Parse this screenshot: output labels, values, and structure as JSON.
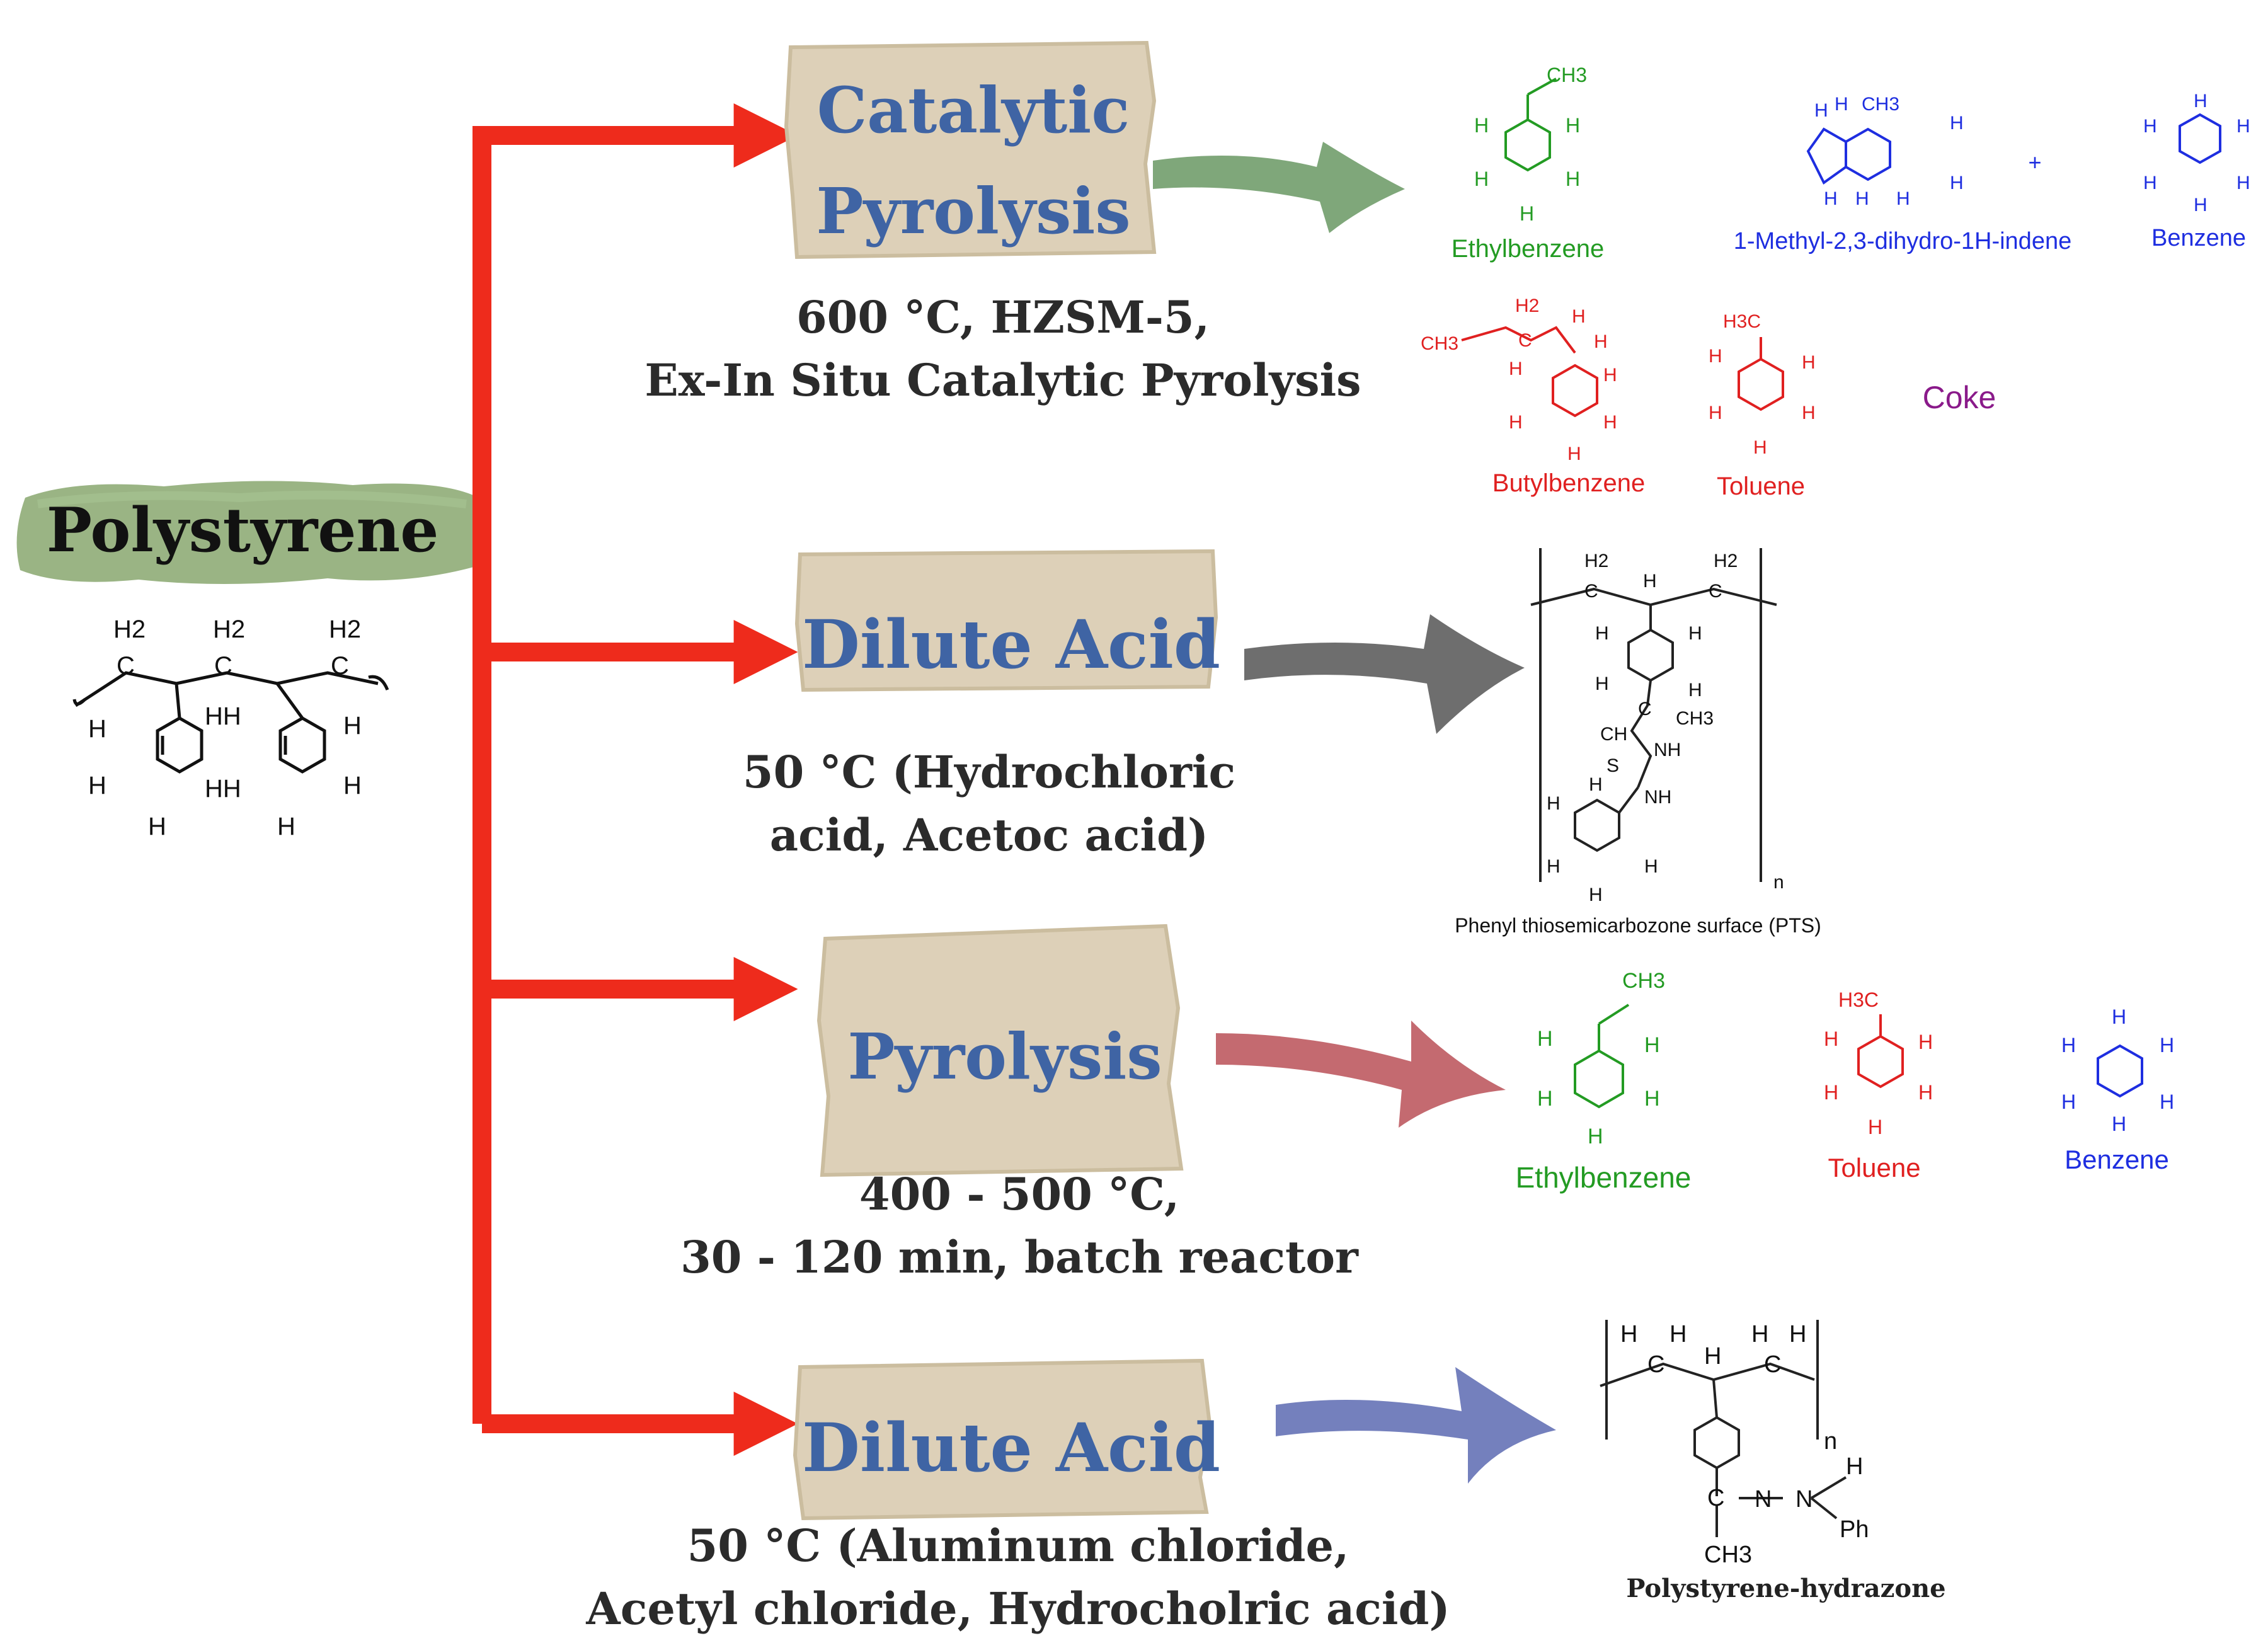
{
  "source": {
    "title": "Polystyrene",
    "atoms": [
      "H2",
      "H2",
      "H2",
      "C",
      "C",
      "C",
      "H",
      "HH",
      "H",
      "H",
      "HH",
      "H",
      "H",
      "H"
    ]
  },
  "routes": [
    {
      "method": [
        "Catalytic",
        "Pyrolysis"
      ],
      "conditions": [
        "600 °C, HZSM-5,",
        "Ex-In Situ Catalytic Pyrolysis"
      ],
      "arrow_color": "#7fa77a",
      "products": [
        {
          "label": "Ethylbenzene",
          "color": "green"
        },
        {
          "label": "1-Methyl-2,3-dihydro-1H-indene",
          "color": "blue"
        },
        {
          "label": "+",
          "color": "blue"
        },
        {
          "label": "Benzene",
          "color": "blue"
        },
        {
          "label": "Butylbenzene",
          "color": "red"
        },
        {
          "label": "Toluene",
          "color": "red"
        },
        {
          "label": "Coke",
          "color": "purple"
        }
      ]
    },
    {
      "method": [
        "Dilute Acid"
      ],
      "conditions": [
        "50 °C (Hydrochloric",
        "acid, Acetoc acid)"
      ],
      "arrow_color": "#6e6e6e",
      "products": [
        {
          "label": "Phenyl thiosemicarbozone surface (PTS)",
          "color": "black"
        }
      ]
    },
    {
      "method": [
        "Pyrolysis"
      ],
      "conditions": [
        "400 - 500 °C,",
        "30 - 120 min, batch reactor"
      ],
      "arrow_color": "#c46a70",
      "products": [
        {
          "label": "Ethylbenzene",
          "color": "green"
        },
        {
          "label": "Toluene",
          "color": "red"
        },
        {
          "label": "Benzene",
          "color": "blue"
        }
      ]
    },
    {
      "method": [
        "Dilute Acid"
      ],
      "conditions": [
        "50 °C (Aluminum chloride,",
        "Acetyl chloride, Hydrocholric acid)"
      ],
      "arrow_color": "#7480bd",
      "products": [
        {
          "label": "Polystyrene-hydrazone",
          "color": "black"
        }
      ]
    }
  ],
  "structure_text": {
    "ch3": "CH3",
    "h3c": "H3C",
    "h2": "H2",
    "ch": "CH",
    "nh": "NH",
    "s": "S",
    "n": "n",
    "ph": "Ph",
    "hn": "N",
    "c": "C",
    "h": "H"
  },
  "colors": {
    "flow_arrows": "#ee2b1c",
    "method_text": "#3f64a4",
    "paper": "#ddd0b8",
    "polystyrene_label_bg": "#8fac77"
  }
}
